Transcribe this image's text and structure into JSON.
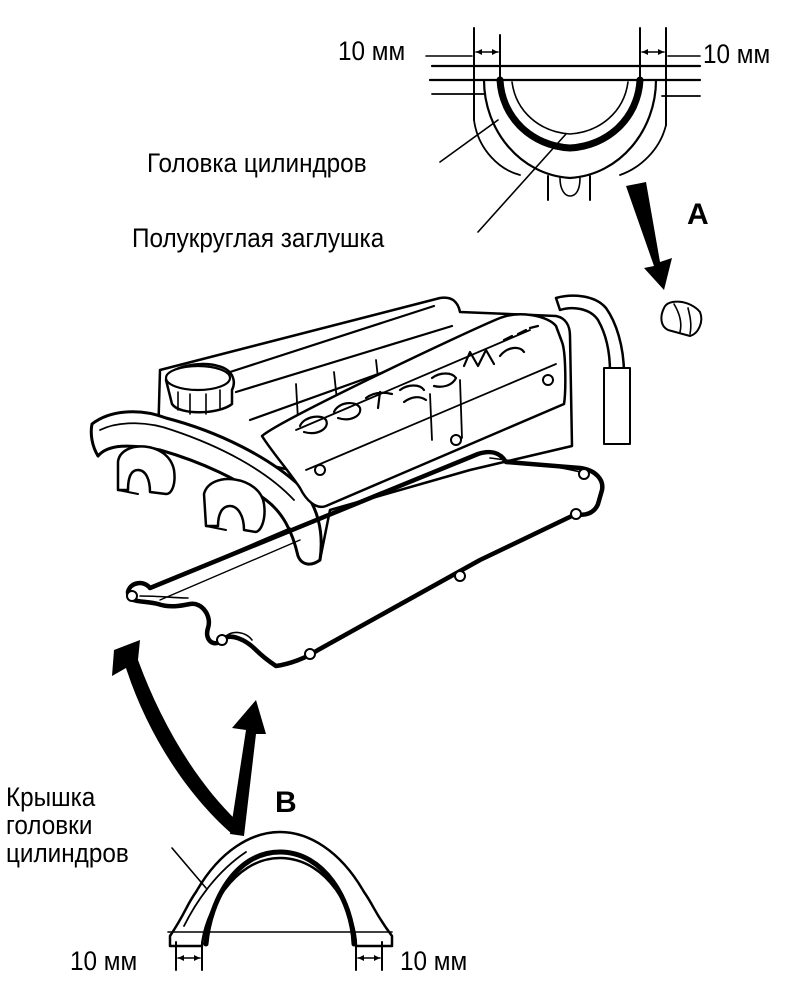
{
  "top_detail": {
    "dim_left": "10 мм",
    "dim_right": "10 мм",
    "cylinder_head_label": "Головка цилиндров",
    "half_plug_label": "Полукруглая заглушка",
    "view_letter": "A"
  },
  "main": {
    "cover_embossing": "DOHC 16 VALVE"
  },
  "bottom_detail": {
    "view_letter": "B",
    "cover_label_line1": "Крышка",
    "cover_label_line2": "головки",
    "cover_label_line3": "цилиндров",
    "dim_left": "10 мм",
    "dim_right": "10 мм"
  },
  "colors": {
    "ink": "#000000",
    "paper": "#ffffff"
  }
}
